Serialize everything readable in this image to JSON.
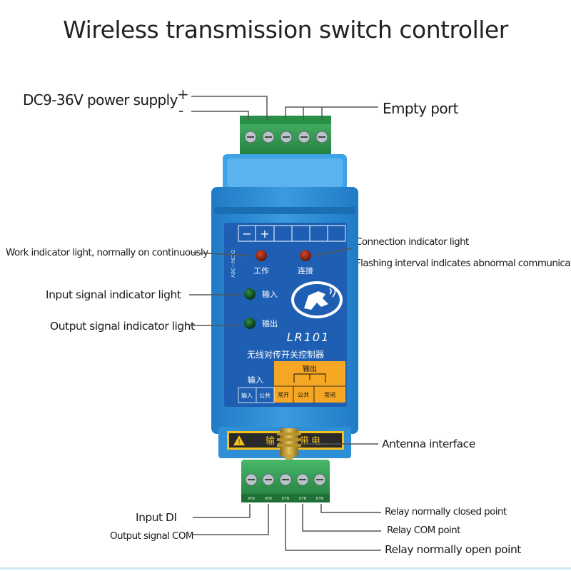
{
  "title": "Wireless transmission switch controller",
  "labels": {
    "power_supply": "DC9-36V power supply",
    "plus": "+",
    "minus": "-",
    "empty_port": "Empty port",
    "work_indicator": "Work indicator light, normally on continuously",
    "connection_indicator": "Connection indicator light",
    "flashing_interval": "Flashing interval indicates abnormal communication",
    "input_indicator": "Input signal indicator light",
    "output_indicator": "Output signal indicator light",
    "antenna": "Antenna interface",
    "input_di": "Input DI",
    "output_com": "Output signal COM",
    "relay_nc": "Relay normally closed point",
    "relay_com": "Relay COM point",
    "relay_no": "Relay normally open point"
  },
  "device": {
    "model": "LR101",
    "product_name": "无线对传开关控制器",
    "power_marks": [
      "−",
      "+"
    ],
    "side_text": "DC9V~36V",
    "led_work": "工作",
    "led_link": "连接",
    "led_input": "输入",
    "led_output": "输出",
    "input_header": "输入",
    "output_header": "输出",
    "input_terminals": [
      "输入",
      "公共"
    ],
    "output_terminals": [
      "常开",
      "公共",
      "常闭"
    ],
    "warning_text": "输入禁带电",
    "bottom_terminal_codes": [
      "ATN",
      "ATN",
      "DTN",
      "DTN",
      "DTN"
    ]
  },
  "colors": {
    "housing": "#2e8ed6",
    "housing_light": "#5fb2ec",
    "faceplate": "#1f5fb3",
    "terminal": "#2f9a4e",
    "output_panel": "#f5a623",
    "led_red": "#8b1e10",
    "led_green": "#0f4d22",
    "line": "#444444"
  }
}
